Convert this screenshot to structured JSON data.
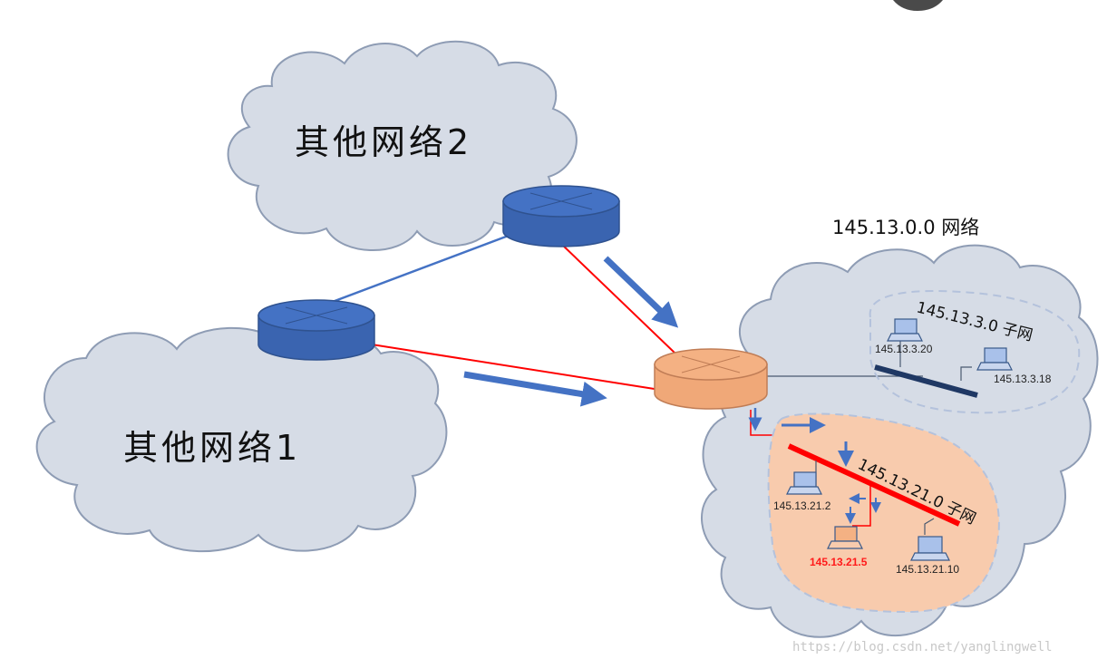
{
  "clouds": {
    "other_network_2": "其他网络2",
    "other_network_1": "其他网络1"
  },
  "network": {
    "title": "145.13.0.0 网络",
    "subnet_3": {
      "label": "145.13.3.0 子网",
      "hosts": [
        "145.13.3.20",
        "145.13.3.18"
      ]
    },
    "subnet_21": {
      "label": "145.13.21.0 子网",
      "hosts": [
        "145.13.21.2",
        "145.13.21.5",
        "145.13.21.10"
      ],
      "highlighted_host": "145.13.21.5"
    }
  },
  "watermark": "https://blog.csdn.net/yanglingwell",
  "colors": {
    "cloud_fill": "#d6dce6",
    "cloud_stroke": "#8e9cb4",
    "router_blue": "#4472c4",
    "router_orange": "#f4b183",
    "link_red": "#ff0000",
    "link_blue": "#4472c4",
    "arrow": "#4472c4",
    "subnet_highlight": "#f8cbad",
    "subnet_bar_dark": "#1f3864",
    "subnet_bar_red": "#ff0000"
  }
}
